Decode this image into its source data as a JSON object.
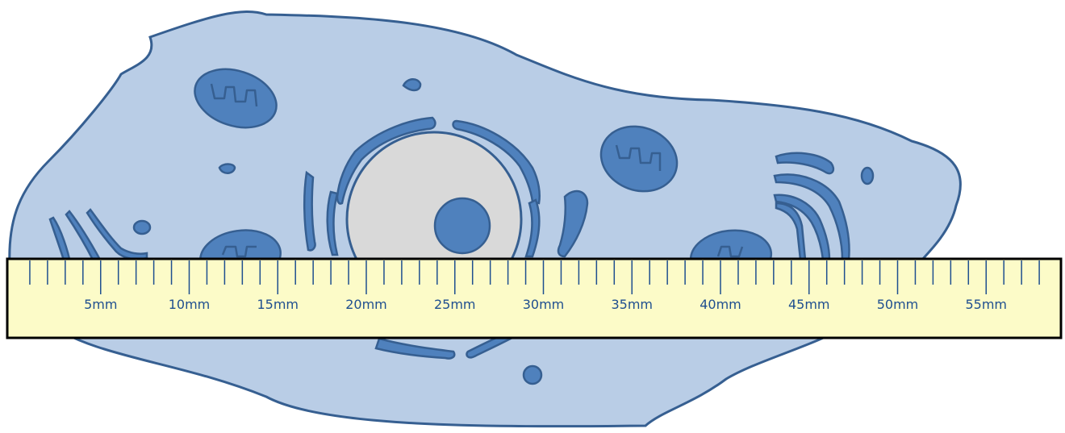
{
  "colors": {
    "cytoplasm": "#b9cde6",
    "outline": "#365f91",
    "organelle": "#4f81bd",
    "nucleus": "#d9d9d9",
    "ruler": "#fcfbc8",
    "ruler_border": "#000000",
    "tick": "#1f4f8f",
    "label": "#1f4f8f"
  },
  "ruler": {
    "unit": "mm",
    "labels": [
      {
        "mm": 5,
        "text": "5mm"
      },
      {
        "mm": 10,
        "text": "10mm"
      },
      {
        "mm": 15,
        "text": "15mm"
      },
      {
        "mm": 20,
        "text": "20mm"
      },
      {
        "mm": 25,
        "text": "25mm"
      },
      {
        "mm": 30,
        "text": "30mm"
      },
      {
        "mm": 35,
        "text": "35mm"
      },
      {
        "mm": 40,
        "text": "40mm"
      },
      {
        "mm": 45,
        "text": "45mm"
      },
      {
        "mm": 50,
        "text": "50mm"
      },
      {
        "mm": 55,
        "text": "55mm"
      }
    ],
    "max_mm": 58
  },
  "cell": {
    "mitochondria_count": 4,
    "golgi_count": 2,
    "has_nucleus": true,
    "has_nucleolus": true
  }
}
